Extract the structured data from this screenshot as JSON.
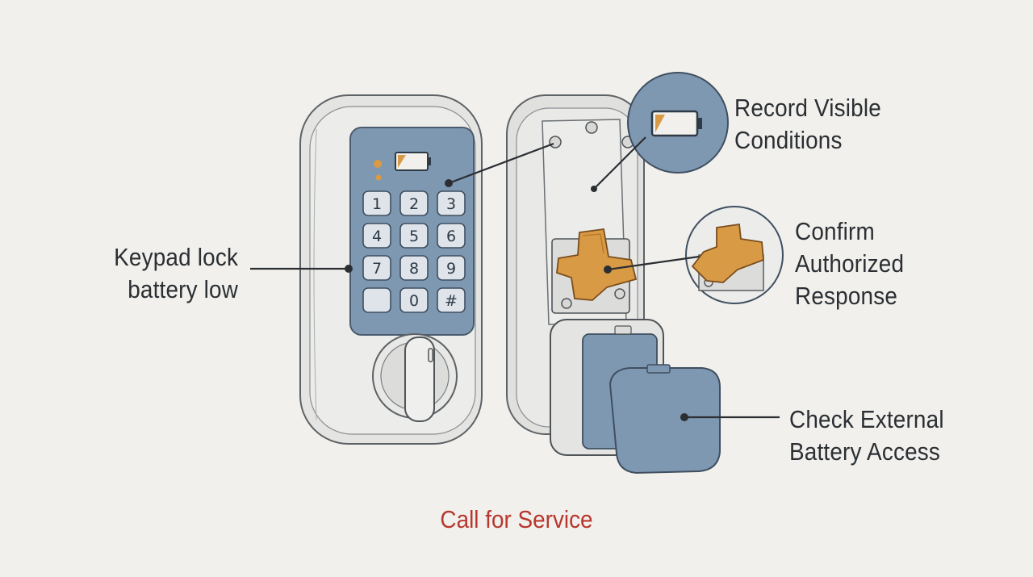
{
  "labels": {
    "keypad": [
      "Keypad lock",
      "battery low"
    ],
    "record": [
      "Record Visible",
      "Conditions"
    ],
    "confirm": [
      "Confirm",
      "Authorized",
      "Response"
    ],
    "battery_access": [
      "Check External",
      "Battery Access"
    ]
  },
  "call_to_action": "Call for Service",
  "keys": [
    "1",
    "2",
    "3",
    "4",
    "5",
    "6",
    "7",
    "8",
    "9",
    "",
    "0",
    "#"
  ],
  "colors": {
    "background": "#f1f0ec",
    "keypad_blue": "#7f98b2",
    "latch_orange": "#d99a45",
    "accent_red": "#b8372f",
    "text": "#2b2f33"
  }
}
